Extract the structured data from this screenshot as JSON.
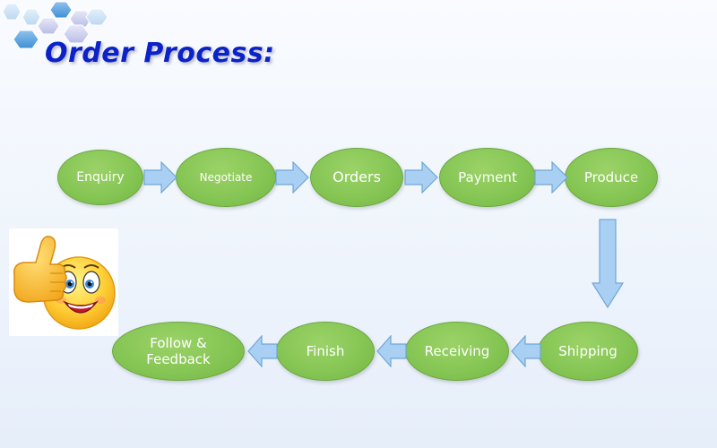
{
  "title": "Order Process:",
  "colors": {
    "title": "#0b22c9",
    "node_fill": "#86c655",
    "node_border": "#6aa83f",
    "node_text": "#ffffff",
    "arrow_fill": "#a9d0f2",
    "arrow_border": "#6fa6d9",
    "background": "#eef4fc"
  },
  "decoration_icon": "thumbs-up-smiley-icon",
  "steps": [
    {
      "label": "Enquiry"
    },
    {
      "label": "Negotiate"
    },
    {
      "label": "Orders"
    },
    {
      "label": "Payment"
    },
    {
      "label": "Produce"
    },
    {
      "label": "Shipping"
    },
    {
      "label": "Receiving"
    },
    {
      "label": "Finish"
    },
    {
      "label": "Follow &\nFeedback"
    }
  ]
}
